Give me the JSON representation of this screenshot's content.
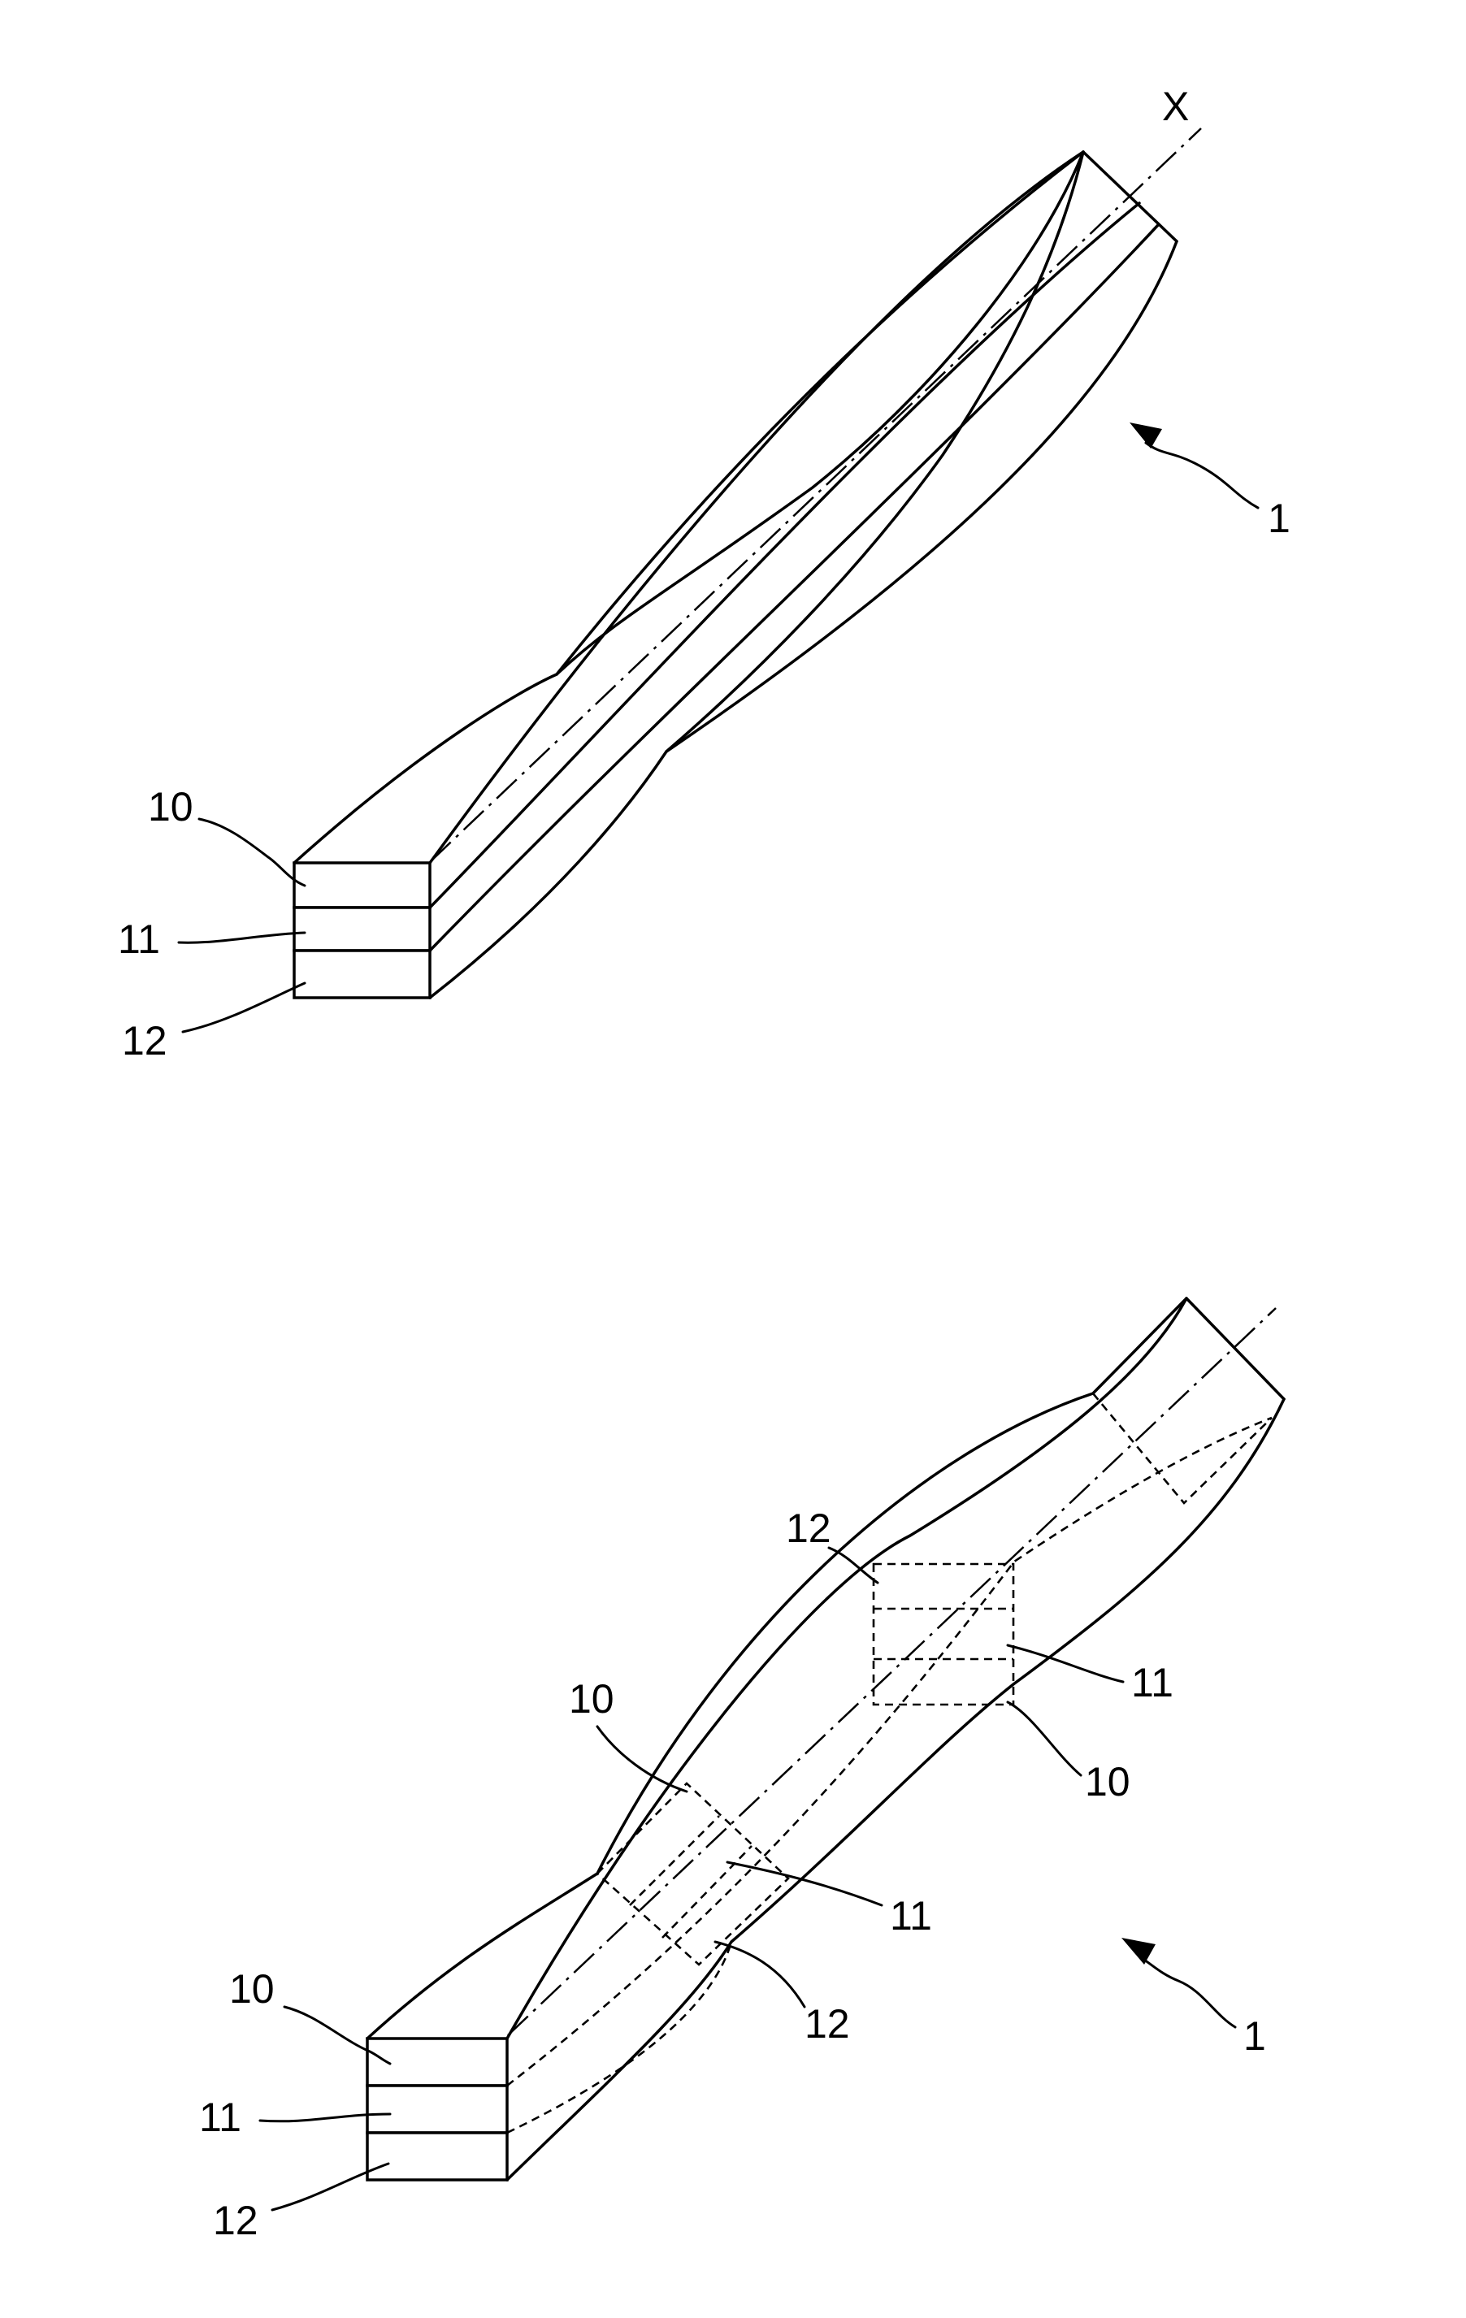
{
  "figure_top": {
    "axis_label": "X",
    "assembly_ref": "1",
    "layer_refs": [
      "10",
      "11",
      "12"
    ]
  },
  "figure_bottom": {
    "assembly_ref": "1",
    "layer_refs": [
      "10",
      "11",
      "12"
    ],
    "section_upper_refs": [
      "12",
      "11",
      "10"
    ],
    "section_middle_refs": [
      "10",
      "11",
      "12"
    ]
  },
  "colors": {
    "ink": "#000000",
    "paper": "#ffffff"
  }
}
